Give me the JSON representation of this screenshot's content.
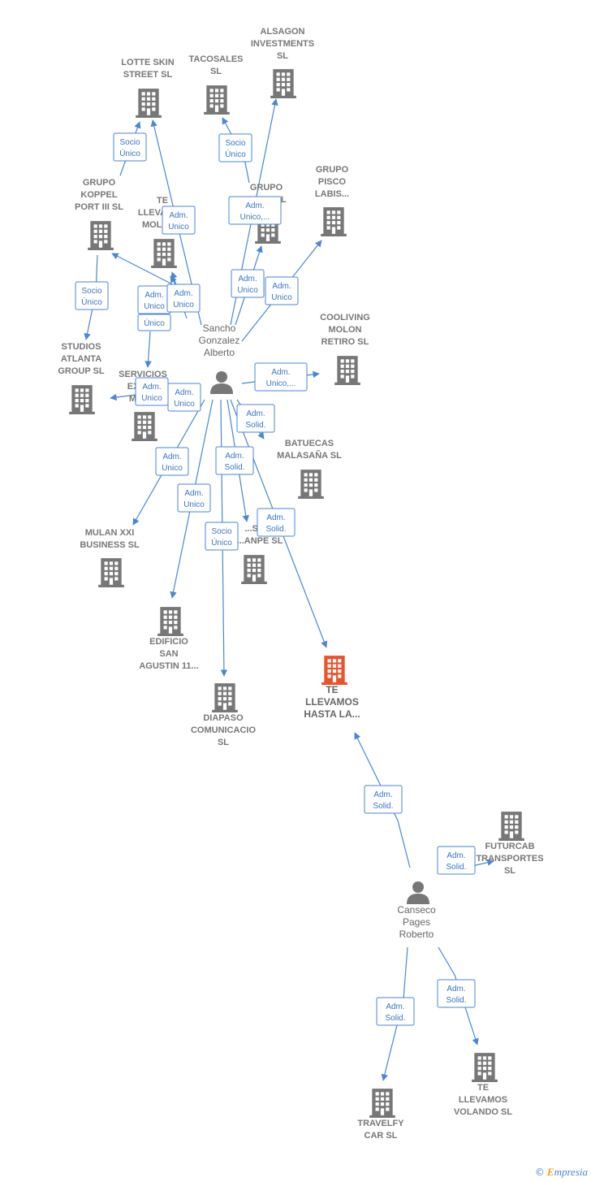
{
  "colors": {
    "company": "#777777",
    "focus": "#e8532b",
    "person": "#777777",
    "edge": "#4a86d4"
  },
  "footer": {
    "copyright": "©",
    "brand_initial": "E",
    "brand_rest": "mpresia"
  },
  "nodes": [
    {
      "id": "lotte",
      "type": "company",
      "lines": [
        "LOTTE SKIN",
        "STREET  SL"
      ]
    },
    {
      "id": "tacosales",
      "type": "company",
      "lines": [
        "TACOSALES",
        "SL"
      ]
    },
    {
      "id": "alsagon",
      "type": "company",
      "lines": [
        "ALSAGON",
        "INVESTMENTS",
        "SL"
      ]
    },
    {
      "id": "koppel",
      "type": "company",
      "lines": [
        "GRUPO",
        "KOPPEL",
        "PORT III  SL"
      ]
    },
    {
      "id": "tellevamos_molon",
      "type": "company",
      "lines": [
        "TE",
        "LLEVAMOS",
        "MOLON..."
      ]
    },
    {
      "id": "grupo_s",
      "type": "company",
      "lines": [
        "GRUPO",
        "S...OS SL"
      ]
    },
    {
      "id": "pisco",
      "type": "company",
      "lines": [
        "GRUPO",
        "PISCO",
        "LABIS..."
      ]
    },
    {
      "id": "cooliving",
      "type": "company",
      "lines": [
        "COOLIVING",
        "MOLON",
        "RETIRO  SL"
      ]
    },
    {
      "id": "studios",
      "type": "company",
      "lines": [
        "STUDIOS",
        "ATLANTA",
        "GROUP  SL"
      ]
    },
    {
      "id": "servicios",
      "type": "company",
      "lines": [
        "SERVICIOS",
        "EXCL...",
        "MAD..."
      ]
    },
    {
      "id": "batuecas",
      "type": "company",
      "lines": [
        "BATUECAS",
        "MALASAÑA  SL"
      ]
    },
    {
      "id": "mulan",
      "type": "company",
      "lines": [
        "MULAN XXI",
        "BUSINESS  SL"
      ]
    },
    {
      "id": "hostel",
      "type": "company",
      "lines": [
        "...STEL",
        "...ANPE  SL"
      ]
    },
    {
      "id": "edificio",
      "type": "company",
      "lines": [
        "EDIFICIO",
        "SAN",
        "AGUSTIN 11..."
      ]
    },
    {
      "id": "diapaso",
      "type": "company",
      "lines": [
        "DIAPASO",
        "COMUNICACIO",
        "SL"
      ]
    },
    {
      "id": "focus",
      "type": "focus",
      "lines": [
        "TE",
        "LLEVAMOS",
        "HASTA LA..."
      ]
    },
    {
      "id": "futurcab",
      "type": "company",
      "lines": [
        "FUTURCAB",
        "TRANSPORTES",
        "SL"
      ]
    },
    {
      "id": "travelfy",
      "type": "company",
      "lines": [
        "TRAVELFY",
        "CAR  SL"
      ]
    },
    {
      "id": "volando",
      "type": "company",
      "lines": [
        "TE",
        "LLEVAMOS",
        "VOLANDO  SL"
      ]
    },
    {
      "id": "sancho",
      "type": "person",
      "lines": [
        "Sancho",
        "Gonzalez",
        "Alberto"
      ]
    },
    {
      "id": "canseco",
      "type": "person",
      "lines": [
        "Canseco",
        "Pages",
        "Roberto"
      ]
    }
  ],
  "edges": [
    {
      "from": "sancho",
      "to": "lotte",
      "lines": [
        "Socio",
        "Único"
      ]
    },
    {
      "from": "sancho",
      "to": "tacosales",
      "lines": [
        "Socio",
        "Único"
      ]
    },
    {
      "from": "sancho",
      "to": "alsagon",
      "lines": [
        "Adm.",
        "Unico,..."
      ]
    },
    {
      "from": "sancho",
      "to": "koppel",
      "lines": [
        "Adm.",
        "Unico"
      ]
    },
    {
      "from": "sancho",
      "to": "tellevamos_molon",
      "lines": [
        "Adm.",
        "Unico"
      ]
    },
    {
      "from": "sancho",
      "to": "grupo_s",
      "lines": [
        "Adm.",
        "Unico"
      ]
    },
    {
      "from": "sancho",
      "to": "pisco",
      "lines": [
        "Adm.",
        "Unico"
      ]
    },
    {
      "from": "sancho",
      "to": "cooliving",
      "lines": [
        "Adm.",
        "Unico,..."
      ]
    },
    {
      "from": "koppel",
      "to": "studios",
      "lines": [
        "Socio",
        "Único"
      ]
    },
    {
      "from": "sancho",
      "to": "servicios",
      "lines": [
        "Adm.",
        "Unico"
      ]
    },
    {
      "from": "sancho",
      "to": "batuecas",
      "lines": [
        "Adm.",
        "Solid."
      ]
    },
    {
      "from": "sancho",
      "to": "mulan",
      "lines": [
        "Adm.",
        "Unico"
      ]
    },
    {
      "from": "sancho",
      "to": "hostel",
      "lines": [
        "Adm.",
        "Solid."
      ]
    },
    {
      "from": "sancho",
      "to": "edificio",
      "lines": [
        "Adm.",
        "Unico"
      ]
    },
    {
      "from": "sancho",
      "to": "diapaso",
      "lines": [
        "Socio",
        "Único"
      ]
    },
    {
      "from": "sancho",
      "to": "focus",
      "lines": [
        "Adm.",
        "Solid."
      ]
    },
    {
      "from": "canseco",
      "to": "focus",
      "lines": [
        "Adm.",
        "Solid."
      ]
    },
    {
      "from": "canseco",
      "to": "futurcab",
      "lines": [
        "Adm.",
        "Solid."
      ]
    },
    {
      "from": "canseco",
      "to": "travelfy",
      "lines": [
        "Adm.",
        "Solid."
      ]
    },
    {
      "from": "canseco",
      "to": "volando",
      "lines": [
        "Adm.",
        "Solid."
      ]
    },
    {
      "from": "sancho",
      "to": "studios",
      "lines": [
        "Adm.",
        "Unico"
      ]
    },
    {
      "from": "sancho",
      "to": "tellevamos_molon",
      "lines": [
        "Adm.",
        "Unico"
      ]
    },
    {
      "from": "sancho",
      "to": "servicios",
      "lines": [
        "Adm.",
        "Unico"
      ]
    },
    {
      "from": "sancho",
      "to": "koppel",
      "lines": [
        "Único"
      ]
    }
  ]
}
